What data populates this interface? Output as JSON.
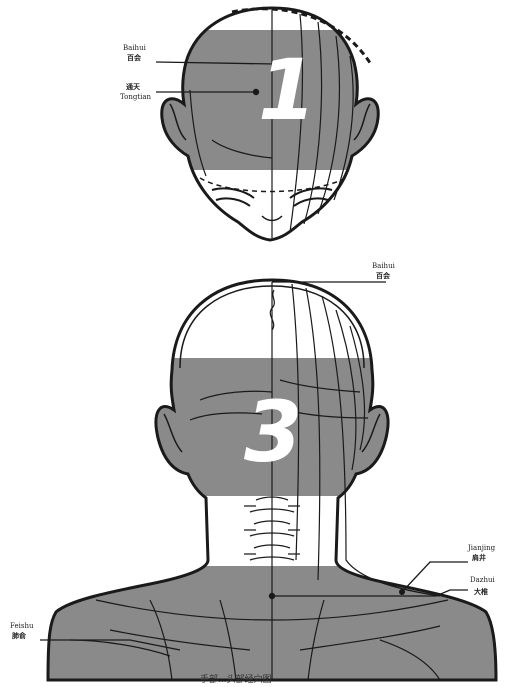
{
  "colors": {
    "band": "#8a8a8a",
    "outline": "#1a1a1a",
    "background": "#ffffff",
    "zone_number": "#ffffff"
  },
  "zones": [
    {
      "number": "1"
    },
    {
      "number": "3"
    }
  ],
  "points": {
    "baihui_top": {
      "pinyin": "Baihui",
      "chinese": "百会"
    },
    "tongtian": {
      "pinyin": "Tongtian",
      "chinese": "通天"
    },
    "baihui_back": {
      "pinyin": "Baihui",
      "chinese": "百会"
    },
    "jianjing": {
      "pinyin": "Jianjing",
      "chinese": "肩井"
    },
    "dazhui": {
      "pinyin": "Dazhui",
      "chinese": "大椎"
    },
    "feishu": {
      "pinyin": "Feishu",
      "chinese": "肺俞"
    }
  },
  "caption": "手部...头部经穴图"
}
